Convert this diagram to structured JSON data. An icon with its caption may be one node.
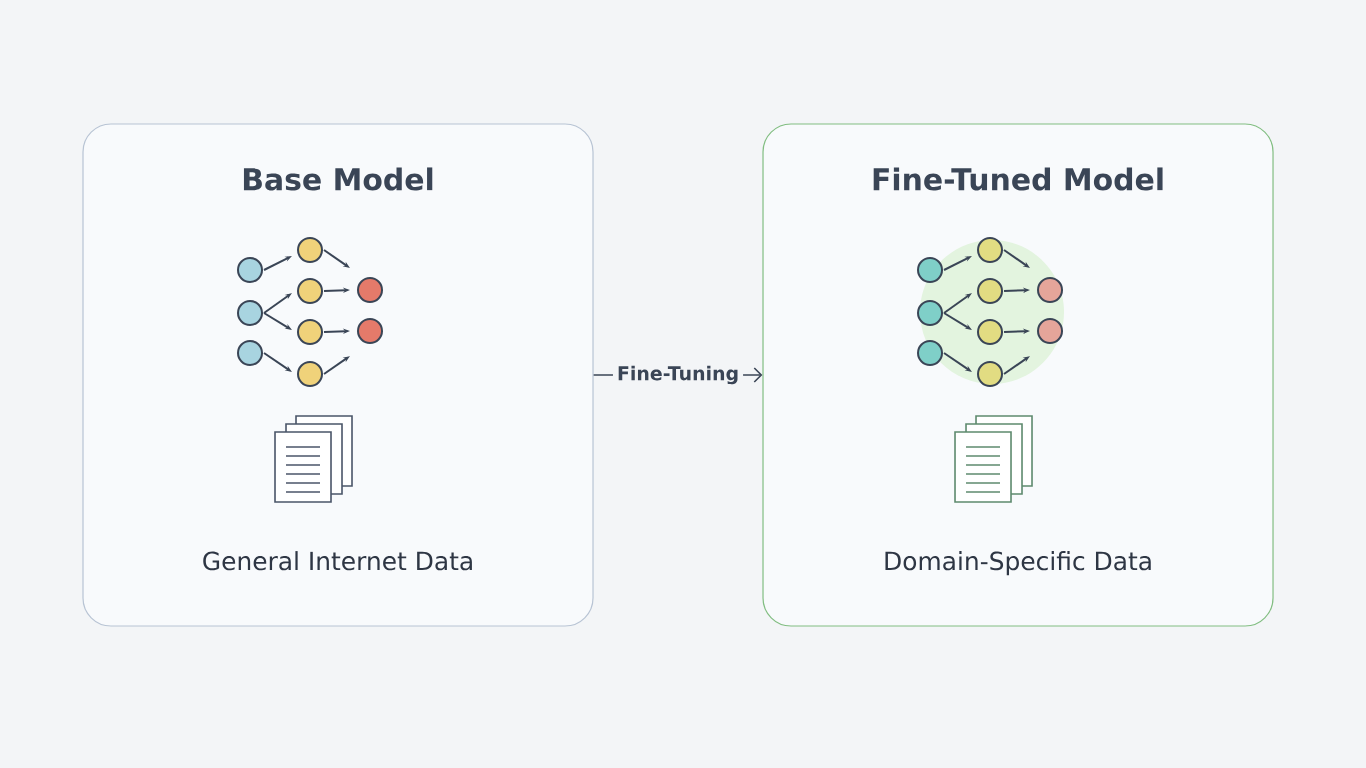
{
  "diagram": {
    "nodes": [
      {
        "text": [
          "Base Model",
          "General Internet Data"
        ]
      },
      {
        "text": [
          "Fine-Tuned Model",
          "Domain-Specific Data"
        ]
      }
    ],
    "edges": [
      {
        "from": 0,
        "to": 1,
        "arrow": "to",
        "label": "Fine-Tuning"
      }
    ]
  }
}
